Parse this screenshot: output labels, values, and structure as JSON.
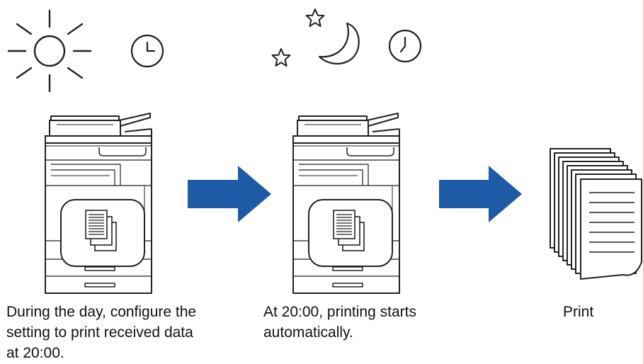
{
  "captions": {
    "step1": "During the day, configure the\nsetting to print received data\nat 20:00.",
    "step2": "At 20:00, printing starts\nautomatically.",
    "step3": "Print"
  },
  "colors": {
    "arrow": "#1f5aa6",
    "line": "#222222"
  },
  "icons": [
    "sun-icon",
    "clock-icon",
    "moon-icon",
    "star-icon",
    "printer-icon",
    "documents-icon",
    "arrow-right-icon",
    "paper-stack-icon"
  ]
}
